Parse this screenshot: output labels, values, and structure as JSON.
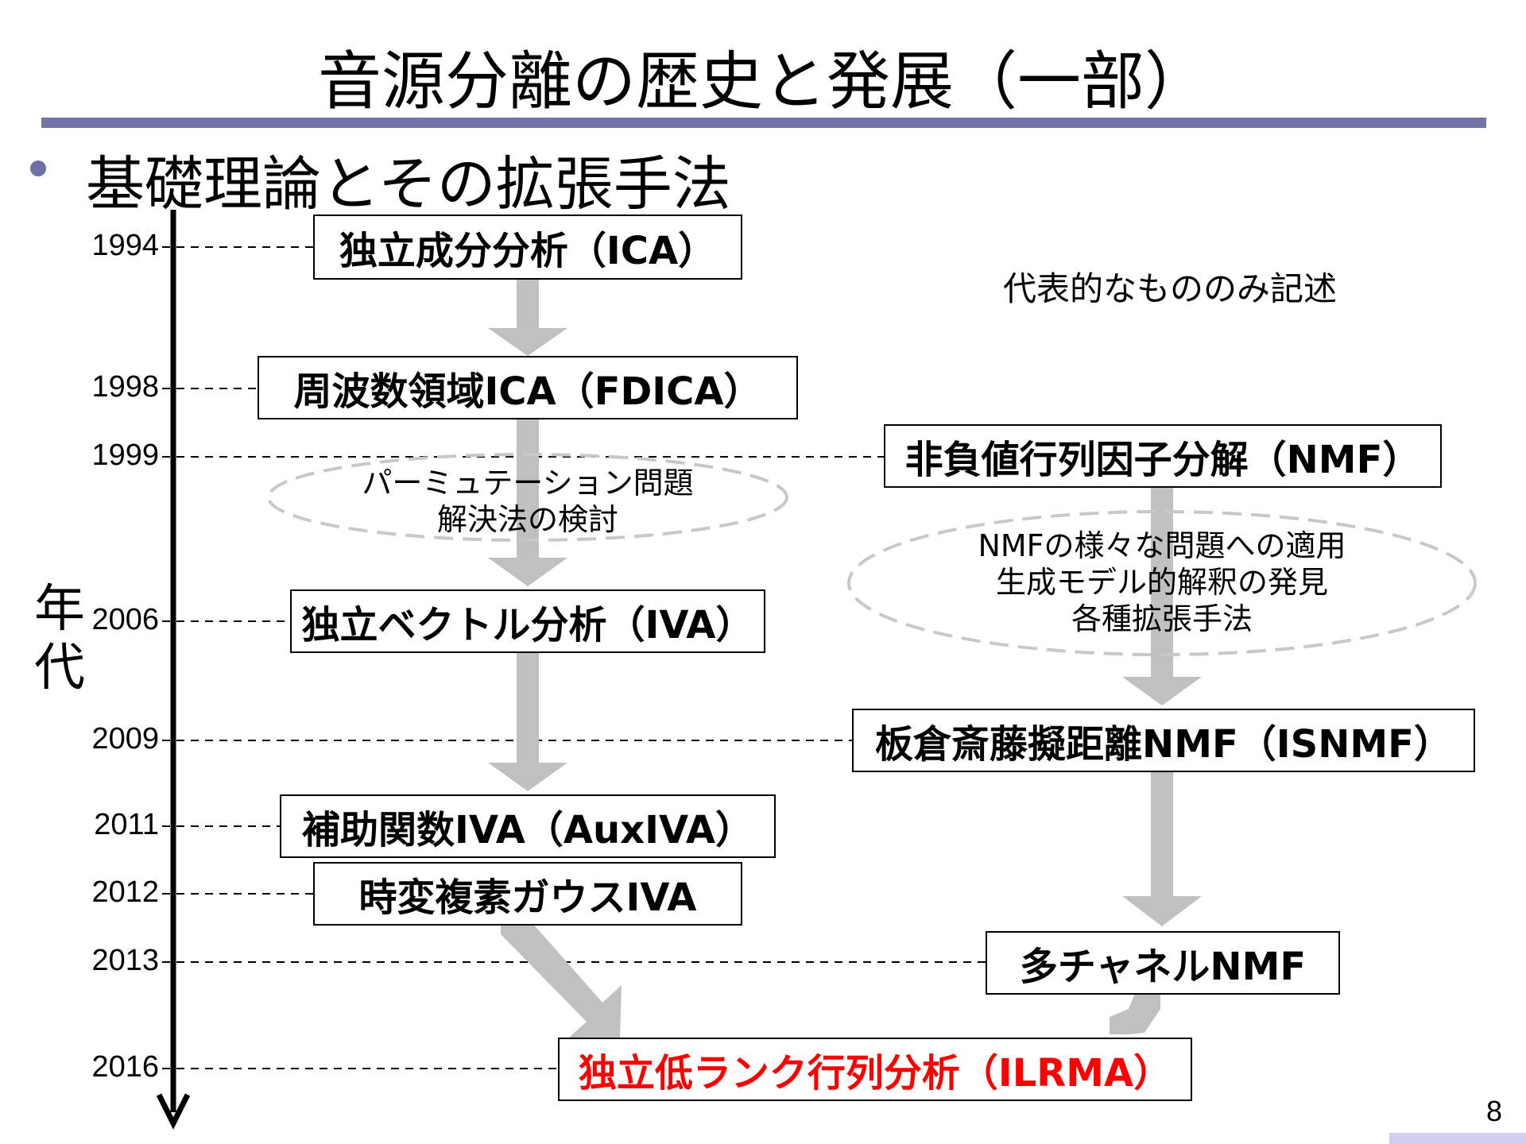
{
  "title": "音源分離の歴史と発展（一部）",
  "bullet": "基礎理論とその拡張手法",
  "note": "代表的なもののみ記述",
  "axis_label": [
    "年",
    "代"
  ],
  "years": [
    "1994",
    "1998",
    "1999",
    "2006",
    "2009",
    "2011",
    "2012",
    "2013",
    "2016"
  ],
  "nodes": {
    "ica": "独立成分分析（ICA）",
    "fdica": "周波数領域ICA（FDICA）",
    "nmf": "非負値行列因子分解（NMF）",
    "iva": "独立ベクトル分析（IVA）",
    "isnmf": "板倉斎藤擬距離NMF（ISNMF）",
    "auxiva": "補助関数IVA（AuxIVA）",
    "tvc_iva": "時変複素ガウスIVA",
    "mnmf": "多チャネルNMF",
    "ilrma": "独立低ランク行列分析（ILRMA）"
  },
  "annotations": {
    "permutation": [
      "パーミュテーション問題",
      "解決法の検討"
    ],
    "nmf_dev": [
      "NMFの様々な問題への適用",
      "生成モデル的解釈の発見",
      "各種拡張手法"
    ]
  },
  "page_number": "8",
  "colors": {
    "title_rule": "#7273a9",
    "arrow": "#c0c0c0",
    "highlight": "#ff0000",
    "ellipse": "#c8c8c8"
  }
}
